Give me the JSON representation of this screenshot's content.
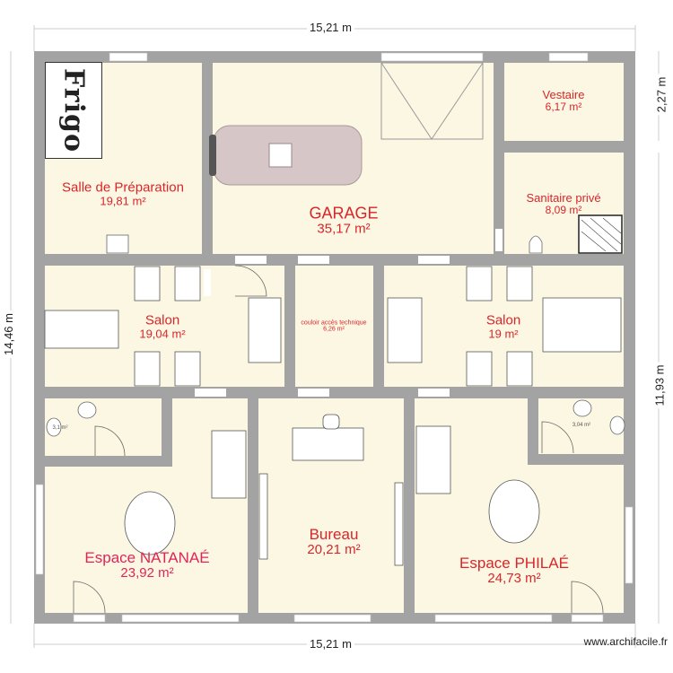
{
  "dimensions": {
    "top_width": "15,21 m",
    "bottom_width": "15,21 m",
    "left_height": "14,46 m",
    "right_top_height": "2,27 m",
    "right_bottom_height": "11,93 m"
  },
  "rooms": {
    "salle_preparation": {
      "name": "Salle de Préparation",
      "area": "19,81 m²"
    },
    "garage": {
      "name": "GARAGE",
      "area": "35,17 m²"
    },
    "vestaire": {
      "name": "Vestaire",
      "area": "6,17 m²"
    },
    "sanitaire": {
      "name": "Sanitaire privé",
      "area": "8,09 m²"
    },
    "salon_left": {
      "name": "Salon",
      "area": "19,04 m²"
    },
    "couloir": {
      "name": "couloir accès technique",
      "area": "6,26 m²"
    },
    "salon_right": {
      "name": "Salon",
      "area": "19 m²"
    },
    "wc_left": {
      "area": "3,1 m²"
    },
    "wc_right": {
      "area": "3,04 m²"
    },
    "natanae": {
      "name": "Espace NATANAÉ",
      "area": "23,92 m²"
    },
    "bureau": {
      "name": "Bureau",
      "area": "20,21 m²"
    },
    "philae": {
      "name": "Espace PHILAÉ",
      "area": "24,73 m²"
    }
  },
  "furniture": {
    "frigo_label": "Frigo"
  },
  "watermark": "www.archifacile.fr",
  "colors": {
    "wall": "#a3a3a3",
    "floor": "#fcf7e3",
    "label": "#d8262b",
    "label_pink": "#e0245a"
  }
}
